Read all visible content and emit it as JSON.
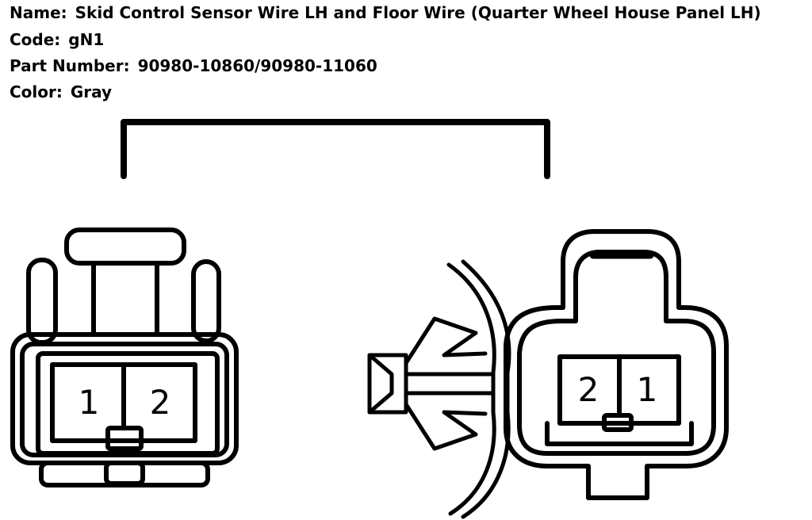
{
  "info": {
    "name_label": "Name:",
    "name_value": "Skid Control Sensor Wire LH and Floor Wire (Quarter Wheel House Panel LH)",
    "code_label": "Code:",
    "code_value": "gN1",
    "part_label": "Part Number:",
    "part_value": "90980-10860/90980-11060",
    "color_label": "Color:",
    "color_value": "Gray"
  },
  "left_connector": {
    "pins": [
      "1",
      "2"
    ]
  },
  "right_connector": {
    "pins": [
      "2",
      "1"
    ]
  }
}
